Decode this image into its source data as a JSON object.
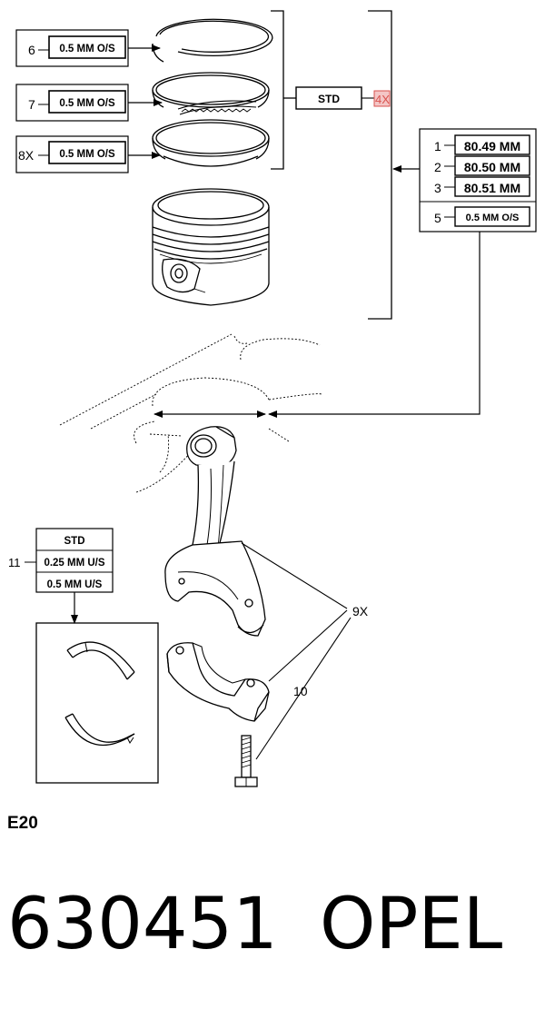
{
  "callouts": {
    "c6": {
      "num": "6",
      "text": "0.5 MM O/S"
    },
    "c7": {
      "num": "7",
      "text": "0.5 MM O/S"
    },
    "c8": {
      "num": "8X",
      "text": "0.5 MM O/S"
    },
    "std_rings": {
      "text": "STD",
      "qty": "4X"
    },
    "bore": [
      {
        "num": "1",
        "text": "80.49 MM"
      },
      {
        "num": "2",
        "text": "80.50 MM"
      },
      {
        "num": "3",
        "text": "80.51 MM"
      },
      {
        "num": "5",
        "text": "0.5 MM O/S"
      }
    ],
    "bearing": {
      "num": "11",
      "rows": [
        "STD",
        "0.25 MM U/S",
        "0.5 MM U/S"
      ]
    },
    "rod_qty": "9X",
    "bolt_num": "10"
  },
  "engine_code": "E20",
  "footer": {
    "part_number": "630451",
    "brand": "OPEL"
  },
  "colors": {
    "ink": "#000000",
    "highlight_fill": "#f4c6c6",
    "highlight_stroke": "#d9534f"
  }
}
